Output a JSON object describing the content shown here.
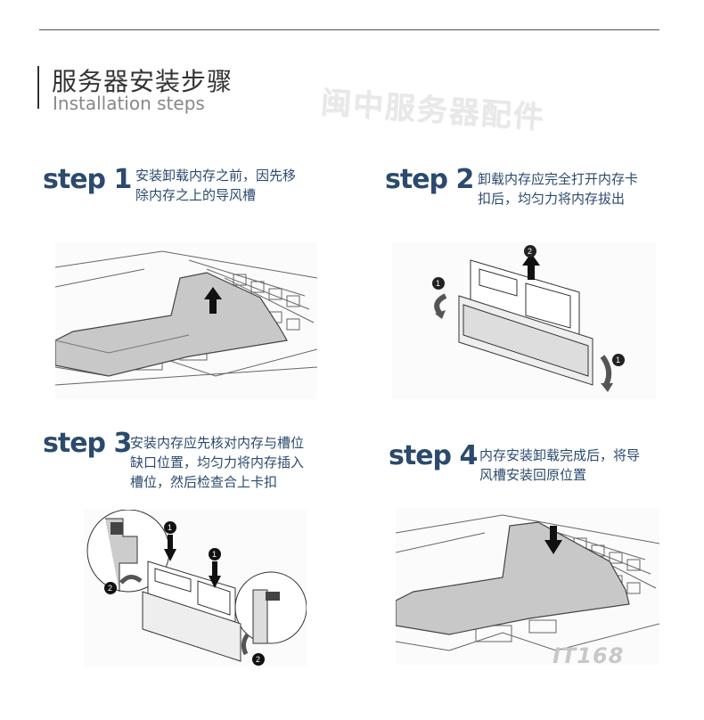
{
  "header": {
    "title_zh": "服务器安装步骤",
    "title_en": "Installation steps",
    "watermark": "闽中服务器配件"
  },
  "steps": [
    {
      "label": "step 1",
      "desc_line1": "安装卸载内存之前，因先移",
      "desc_line2": "除内存之上的导风槽"
    },
    {
      "label": "step 2",
      "desc_line1": "卸载内存应完全打开内存卡",
      "desc_line2": "扣后，均匀力将内存拔出"
    },
    {
      "label": "step 3",
      "desc_line1": "安装内存应先核对内存与槽位",
      "desc_line2": "缺口位置，均匀力将内存插入",
      "desc_line3": "槽位，然后检查合上卡扣"
    },
    {
      "label": "step 4",
      "desc_line1": "内存安装卸载完成后，将导",
      "desc_line2": "风槽安装回原位置"
    }
  ],
  "callouts": {
    "s2_open": "1",
    "s2_pull": "2",
    "s2_open_b": "1",
    "s3_insert_a": "1",
    "s3_insert_b": "1",
    "s3_close_a": "2",
    "s3_close_b": "2"
  },
  "footer": {
    "watermark": "IT168"
  },
  "colors": {
    "accent": "#2b4a6e",
    "title": "#333333",
    "subtitle": "#888888"
  }
}
